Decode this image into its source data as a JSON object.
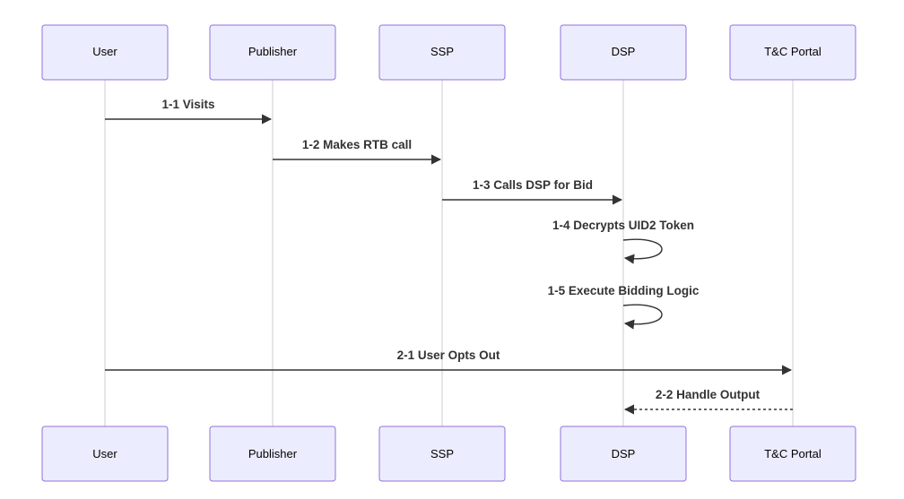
{
  "actors": [
    {
      "id": "user",
      "label": "User"
    },
    {
      "id": "publisher",
      "label": "Publisher"
    },
    {
      "id": "ssp",
      "label": "SSP"
    },
    {
      "id": "dsp",
      "label": "DSP"
    },
    {
      "id": "tc",
      "label": "T&C Portal"
    }
  ],
  "messages": [
    {
      "label": "1-1 Visits",
      "from": "user",
      "to": "publisher",
      "style": "solid"
    },
    {
      "label": "1-2 Makes RTB call",
      "from": "publisher",
      "to": "ssp",
      "style": "solid"
    },
    {
      "label": "1-3 Calls DSP for Bid",
      "from": "ssp",
      "to": "dsp",
      "style": "solid"
    },
    {
      "label": "1-4 Decrypts UID2 Token",
      "from": "dsp",
      "to": "dsp",
      "style": "solid"
    },
    {
      "label": "1-5 Execute Bidding Logic",
      "from": "dsp",
      "to": "dsp",
      "style": "solid"
    },
    {
      "label": "2-1 User Opts Out",
      "from": "user",
      "to": "tc",
      "style": "solid"
    },
    {
      "label": "2-2 Handle Output",
      "from": "tc",
      "to": "dsp",
      "style": "dashed"
    }
  ]
}
